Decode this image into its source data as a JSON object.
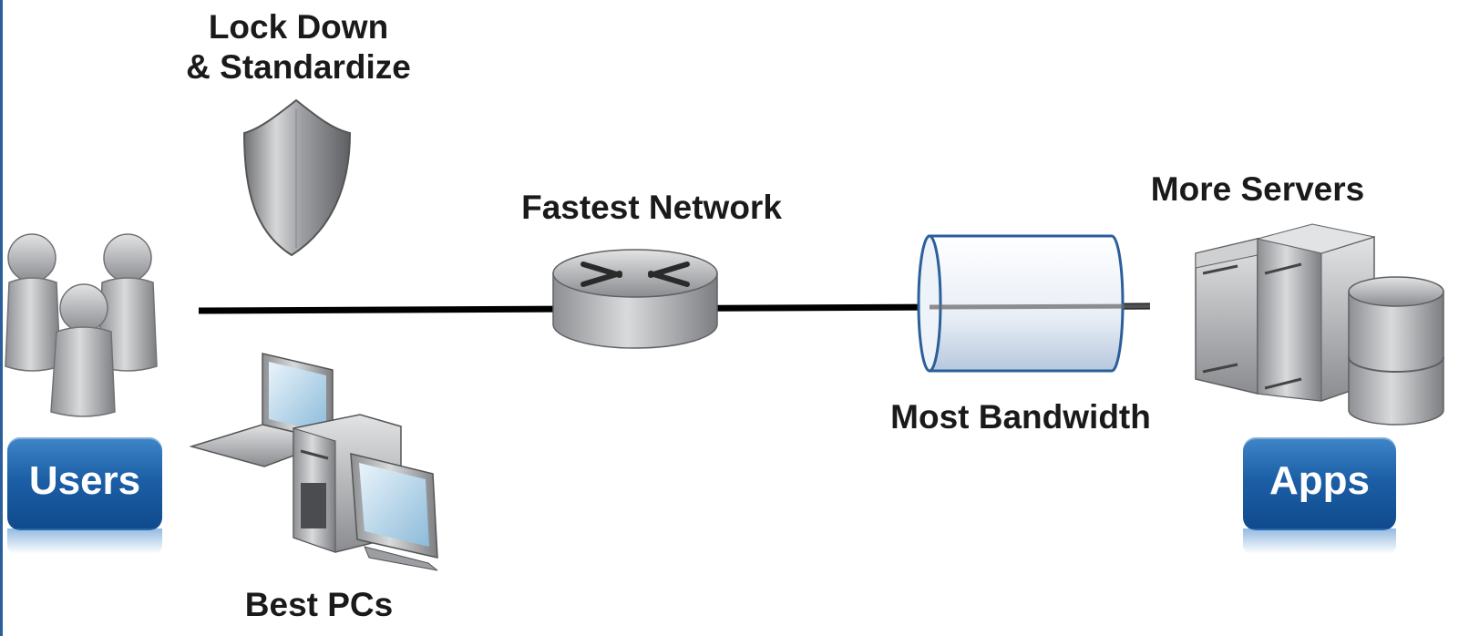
{
  "labels": {
    "lock_line1": "Lock Down",
    "lock_line2": "& Standardize",
    "network": "Fastest Network",
    "servers": "More Servers",
    "bandwidth": "Most Bandwidth",
    "pcs": "Best PCs"
  },
  "buttons": {
    "users": "Users",
    "apps": "Apps"
  },
  "colors": {
    "accent_blue": "#1c5fa6",
    "pipe_outline": "#2b5f9a",
    "line": "#000000"
  },
  "icons": [
    "users-icon",
    "shield-icon",
    "pcs-icon",
    "router-icon",
    "pipe-icon",
    "servers-icon"
  ]
}
